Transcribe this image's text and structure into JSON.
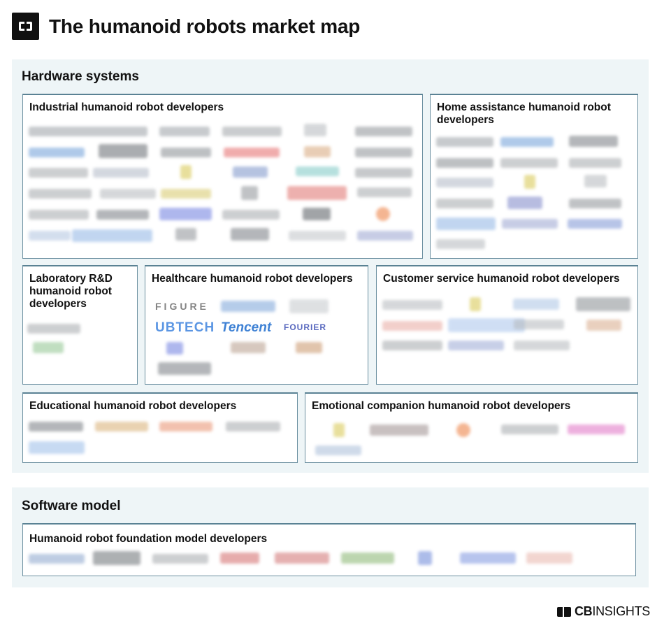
{
  "header": {
    "title": "The humanoid robots market map"
  },
  "hardware": {
    "title": "Hardware systems",
    "industrial": {
      "title": "Industrial humanoid robot developers"
    },
    "home": {
      "title": "Home assistance humanoid robot developers"
    },
    "lab": {
      "title": "Laboratory R&D humanoid robot developers"
    },
    "healthcare": {
      "title": "Healthcare humanoid robot developers",
      "visible_logos": [
        "FIGURE",
        "UBTECH",
        "Tencent",
        "FOURIER"
      ]
    },
    "customer": {
      "title": "Customer service humanoid robot developers"
    },
    "education": {
      "title": "Educational humanoid robot developers"
    },
    "emotional": {
      "title": "Emotional companion humanoid robot developers"
    }
  },
  "software": {
    "title": "Software model",
    "foundation": {
      "title": "Humanoid robot foundation model developers"
    }
  },
  "footer": {
    "brand_bold": "CB",
    "brand_regular": "INSIGHTS"
  },
  "colors": {
    "section_bg": "#eef5f7",
    "panel_border": "#6b8fa0",
    "title": "#111111",
    "ubtech_blue": "#2f7ad8",
    "tencent_blue": "#1f6fd1",
    "fourier_blue": "#3a4fb3"
  },
  "icons": [
    "cbinsights-logo-icon"
  ]
}
